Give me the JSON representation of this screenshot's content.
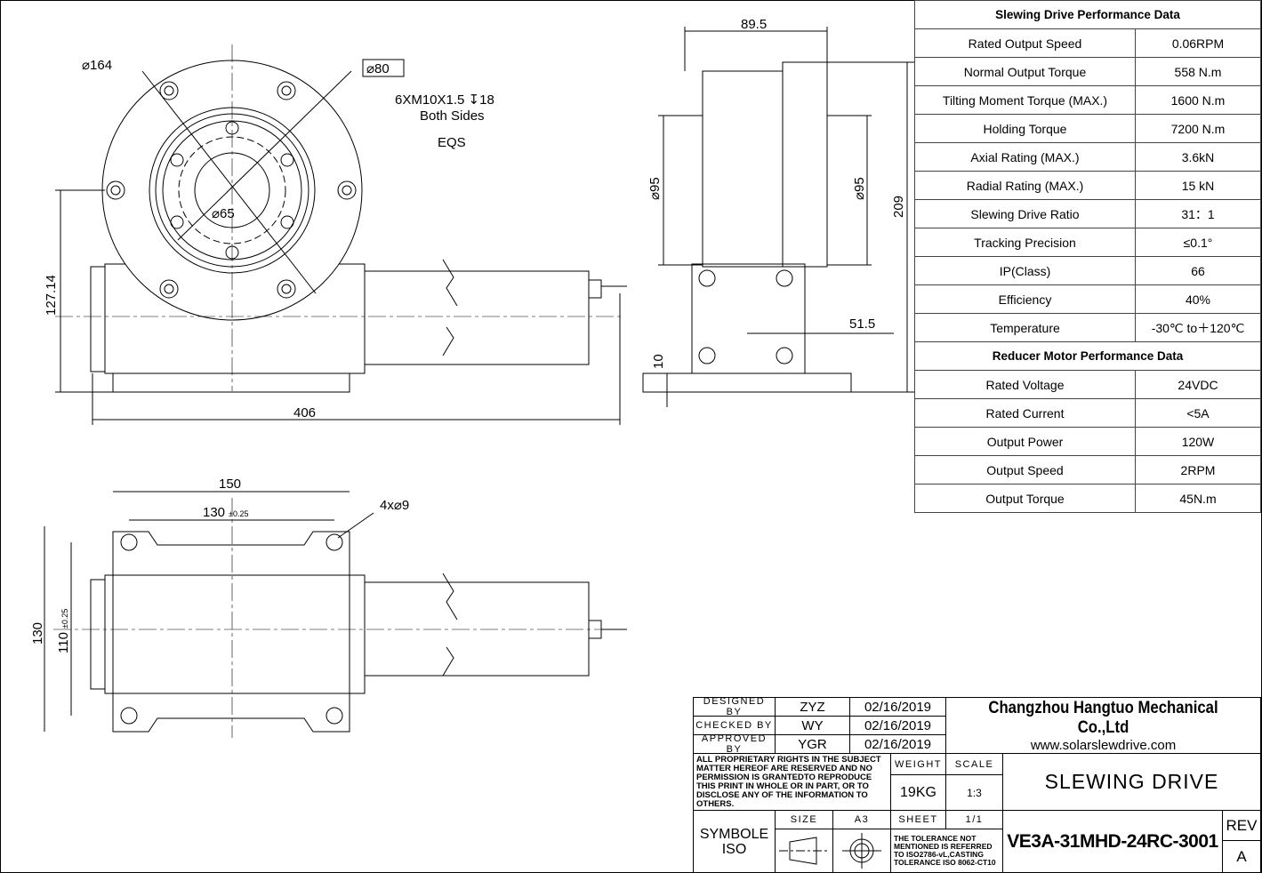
{
  "front_view": {
    "dia_outer": "⌀164",
    "dia_pcd": "⌀80",
    "thread_note": "6XM10X1.5 ↧18",
    "thread_sides": "Both Sides",
    "thread_eqs": "EQS",
    "dia_inner": "⌀65",
    "height": "127.14",
    "length": "406"
  },
  "side_view": {
    "width": "89.5",
    "dia_left": "⌀95",
    "dia_right": "⌀95",
    "height": "209",
    "offset": "51.5",
    "base": "10"
  },
  "bottom_view": {
    "width_outer": "150",
    "width_holes": "130",
    "width_holes_tol": "±0.25",
    "holes": "4x⌀9",
    "height_outer": "130",
    "height_holes": "110",
    "height_holes_tol": "±0.25"
  },
  "performance_table": {
    "title": "Slewing Drive Performance Data",
    "rows": [
      {
        "label": "Rated Output Speed",
        "value": "0.06RPM"
      },
      {
        "label": "Normal Output Torque",
        "value": "558 N.m"
      },
      {
        "label": "Tilting Moment Torque (MAX.)",
        "value": "1600 N.m"
      },
      {
        "label": "Holding Torque",
        "value": "7200 N.m"
      },
      {
        "label": "Axial Rating  (MAX.)",
        "value": "3.6kN"
      },
      {
        "label": "Radial Rating  (MAX.)",
        "value": "15 kN"
      },
      {
        "label": "Slewing Drive Ratio",
        "value": "31：1"
      },
      {
        "label": "Tracking Precision",
        "value": "≤0.1°"
      },
      {
        "label": "IP(Class)",
        "value": "66"
      },
      {
        "label": "Efficiency",
        "value": "40%"
      },
      {
        "label": "Temperature",
        "value": "-30℃ to＋120℃"
      }
    ],
    "motor_title": "Reducer Motor Performance Data",
    "motor_rows": [
      {
        "label": "Rated Voltage",
        "value": "24VDC"
      },
      {
        "label": "Rated Current",
        "value": "<5A"
      },
      {
        "label": "Output Power",
        "value": "120W"
      },
      {
        "label": "Output Speed",
        "value": "2RPM"
      },
      {
        "label": "Output Torque",
        "value": "45N.m"
      }
    ]
  },
  "title_block": {
    "designed_label": "DESIGNED BY",
    "designed_name": "ZYZ",
    "designed_date": "02/16/2019",
    "checked_label": "CHECKED BY",
    "checked_name": "WY",
    "checked_date": "02/16/2019",
    "approved_label": "APPROVED BY",
    "approved_name": "YGR",
    "approved_date": "02/16/2019",
    "company": "Changzhou Hangtuo Mechanical Co.,Ltd",
    "website": "www.solarslewdrive.com",
    "rights": "ALL PROPRIETARY RIGHTS IN THE SUBJECT MATTER HEREOF ARE RESERVED AND NO PERMISSION IS GRANTEDTO REPRODUCE THIS PRINT IN WHOLE OR IN PART, OR TO DISCLOSE ANY OF THE INFORMATION TO OTHERS.",
    "weight_label": "WEIGHT",
    "weight": "19KG",
    "scale_label": "SCALE",
    "scale": "1:3",
    "title": "SLEWING DRIVE",
    "symbol_label": "SYMBOLE",
    "symbol_std": "ISO",
    "size_label": "SIZE",
    "size": "A3",
    "sheet_label": "SHEET",
    "sheet": "1/1",
    "tolerance": "THE TOLERANCE NOT MENTIONED IS REFERRED TO ISO2786-vL,CASTING TOLERANCE ISO 8062-CT10",
    "part_number": "VE3A-31MHD-24RC-3001",
    "rev_label": "REV",
    "rev": "A"
  }
}
